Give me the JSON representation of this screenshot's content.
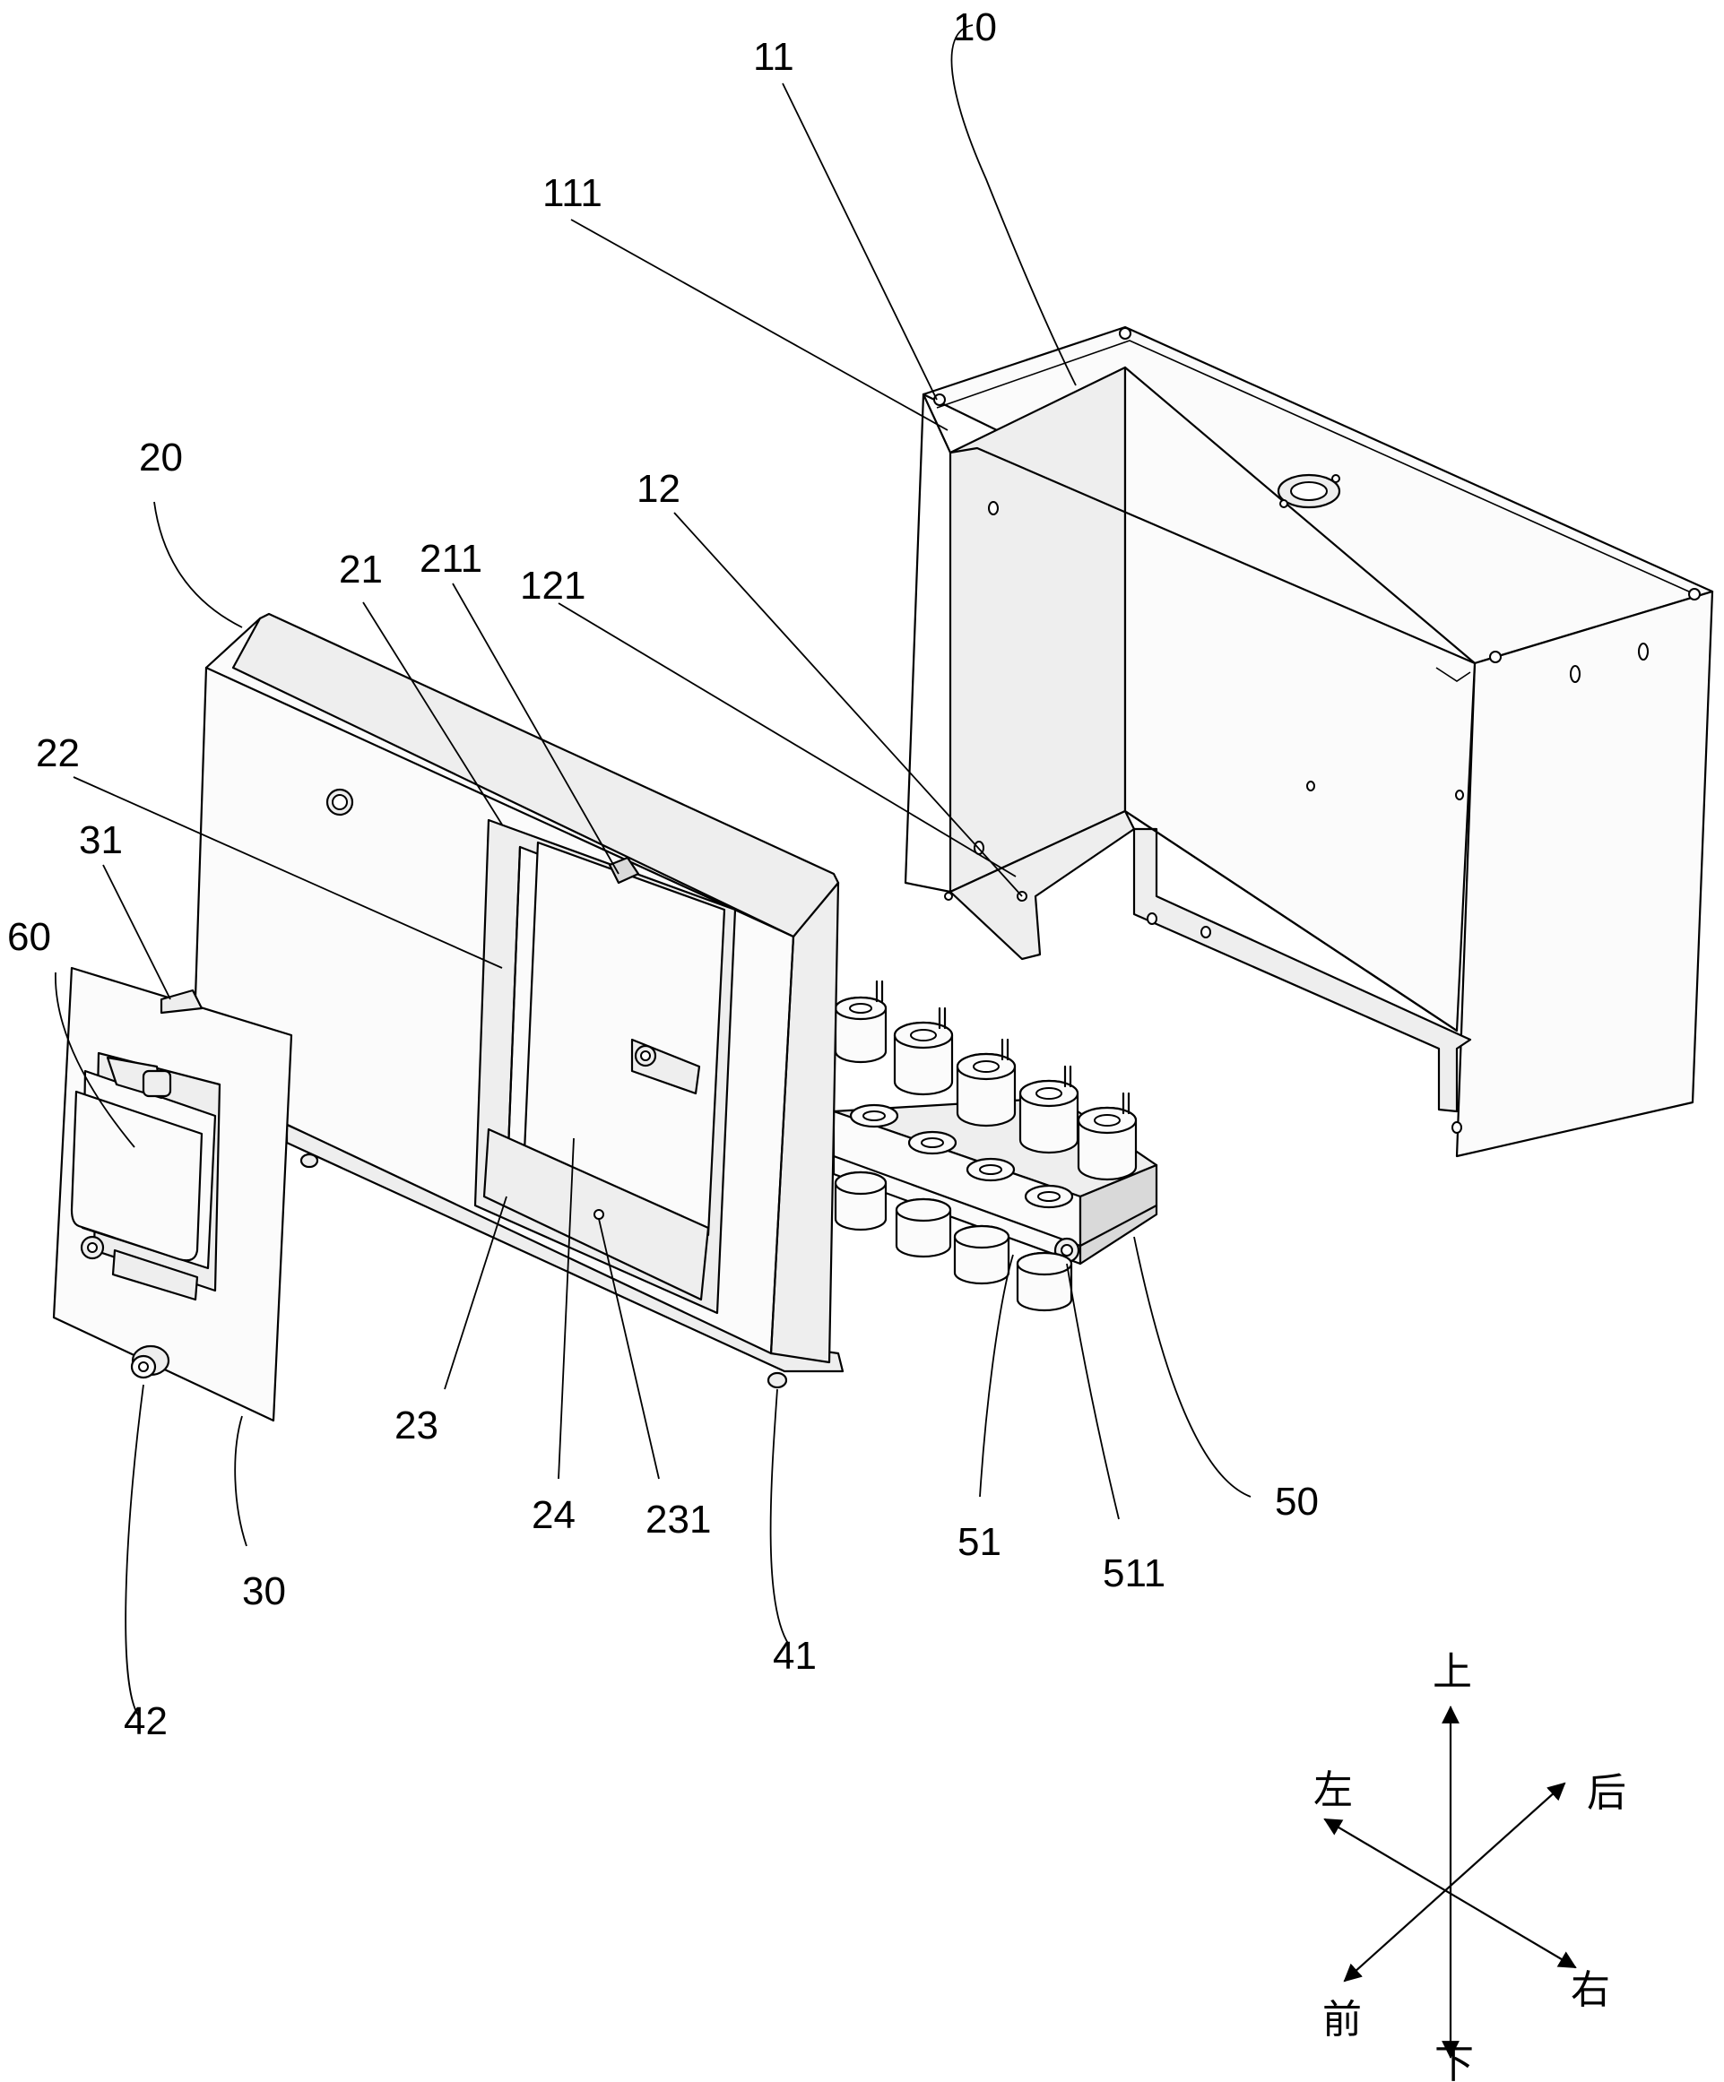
{
  "labels": {
    "l10": "10",
    "l11": "11",
    "l111": "111",
    "l12": "12",
    "l121": "121",
    "l20": "20",
    "l21": "21",
    "l211": "211",
    "l22": "22",
    "l23": "23",
    "l231": "231",
    "l24": "24",
    "l30": "30",
    "l31": "31",
    "l41": "41",
    "l42": "42",
    "l50": "50",
    "l51": "51",
    "l511": "511",
    "l60": "60"
  },
  "directions": {
    "up": "上",
    "down": "下",
    "left": "左",
    "right": "右",
    "front": "前",
    "back": "后"
  }
}
